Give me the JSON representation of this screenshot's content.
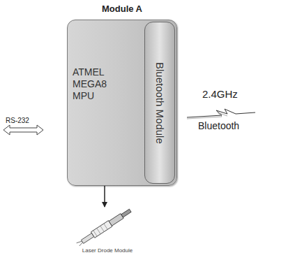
{
  "diagram": {
    "nodes": [
      {
        "text": [
          "Module A",
          "ATMEL MEGA8 MPU"
        ]
      },
      {
        "text": [
          "Bluetooth Module"
        ],
        "in": 0
      },
      {
        "text": [
          "Laser Drode Module"
        ]
      }
    ],
    "edges": [
      {
        "from": 0,
        "to": 2,
        "arrow": "to"
      }
    ],
    "labels": [
      "RS-232",
      "2.4GHz",
      "Bluetooth"
    ]
  }
}
